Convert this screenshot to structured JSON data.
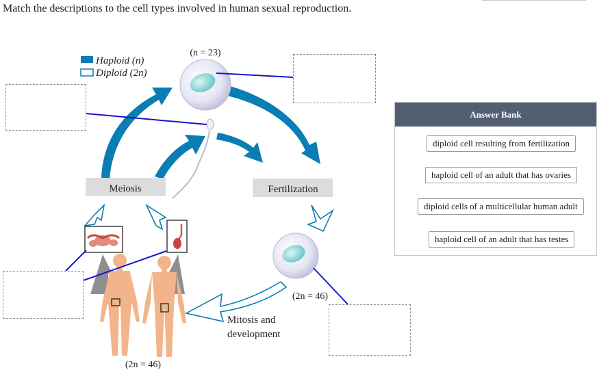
{
  "instruction": "Match the descriptions to the cell types involved in human sexual reproduction.",
  "legend": {
    "haploid": "Haploid (n)",
    "diploid": "Diploid (2n)"
  },
  "labels": {
    "n_top": "(n = 23)",
    "meiosis": "Meiosis",
    "fertilization": "Fertilization",
    "n_zygote": "(2n = 46)",
    "mitosis_line1": "Mitosis and",
    "mitosis_line2": "development",
    "n_bottom": "(2n = 46)"
  },
  "answer_bank": {
    "title": "Answer Bank",
    "items": [
      "diploid cell resulting from fertilization",
      "haploid cell of an adult that has ovaries",
      "diploid cells of a multicellular human adult",
      "haploid cell of an adult that has testes"
    ]
  },
  "colors": {
    "arrow_blue": "#0a7db4",
    "connector": "#1515d0",
    "bank_header": "#525f72",
    "skin": "#f2b48a"
  }
}
